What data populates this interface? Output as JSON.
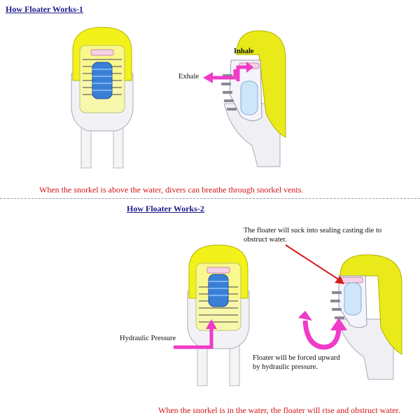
{
  "section1": {
    "heading": "How Floater Works-1",
    "inhale_label": "Inhale",
    "exhale_label": "Exhale",
    "caption": "When the snorkel is above the water,  divers can breathe through snorkel vents."
  },
  "section2": {
    "heading": "How Floater Works-2",
    "seal_note_line1": "The floater will suck into sealing casting die to",
    "seal_note_line2": "obstruct water.",
    "pressure_label": "Hydraulic Pressure",
    "upward_note_line1": "Floater will be forced upward",
    "upward_note_line2": "by hydraulic pressure.",
    "caption": "When the snorkel is in the water, the floater will rise and obstruct water."
  },
  "colors": {
    "cap_yellow": "#f2f21a",
    "float_blue": "#3a7fd6",
    "arrow_magenta": "#f03ac8",
    "caption_red": "#d41414",
    "heading_blue": "#1a1a8c",
    "pointer_red": "#d81a1a"
  }
}
